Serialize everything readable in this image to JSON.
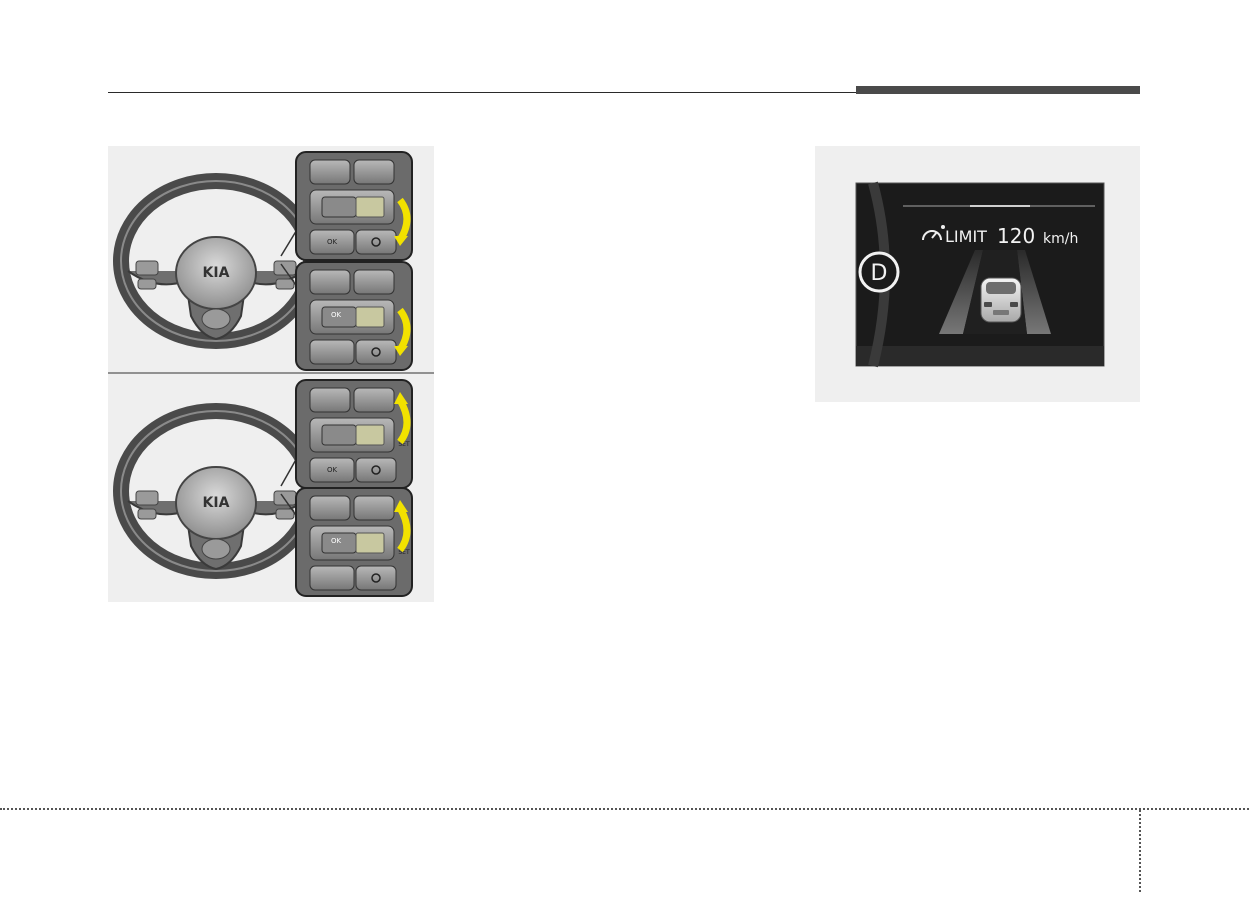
{
  "figure_left": {
    "logo_text": "KIA",
    "top_panel": {
      "switch1": {
        "ok_label": "OK"
      },
      "switch2": {
        "ok_label": "OK"
      }
    },
    "bottom_panel": {
      "switch1": {
        "ok_label": "OK",
        "set_label": "SET"
      },
      "switch2": {
        "ok_label": "OK",
        "set_label": "SET"
      }
    }
  },
  "cluster": {
    "gear": "D",
    "limit_label": "LIMIT",
    "speed_value": "120",
    "speed_unit": "km/h"
  },
  "colors": {
    "arrow": "#f2e200",
    "dash_bg": "#1b1b1b",
    "figure_bg": "#efefef"
  }
}
